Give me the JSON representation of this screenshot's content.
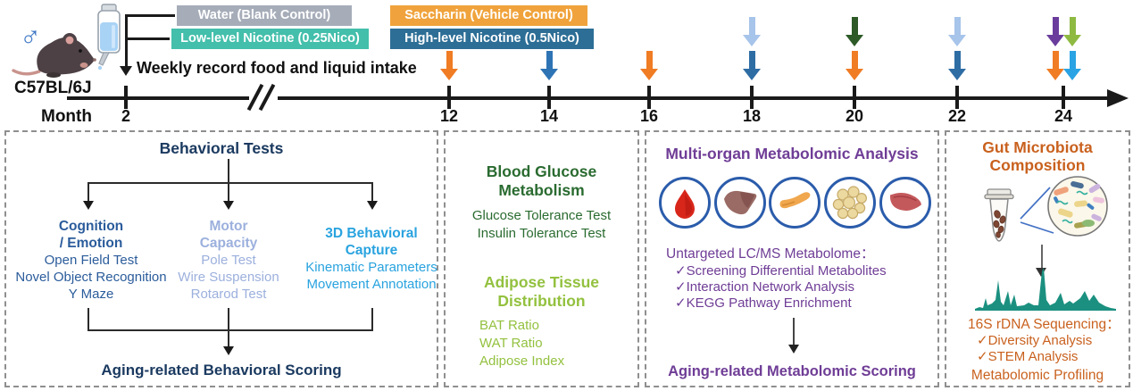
{
  "header": {
    "male_symbol": "♂",
    "strain": "C57BL/6J",
    "weekly_note": "Weekly record food and liquid intake",
    "legend": [
      {
        "label": "Water (Blank Control)",
        "color": "#a6adb9"
      },
      {
        "label": "Low-level Nicotine (0.25Nico)",
        "color": "#43bfab"
      },
      {
        "label": "Saccharin (Vehicle Control)",
        "color": "#f0a33c"
      },
      {
        "label": "High-level Nicotine (0.5Nico)",
        "color": "#2d6e96"
      }
    ]
  },
  "timeline": {
    "axis_label": "Month",
    "months": [
      "2",
      "12",
      "14",
      "16",
      "18",
      "20",
      "22",
      "24"
    ],
    "arrows": [
      {
        "month": "12",
        "row": "bottom",
        "color": "#f07c24"
      },
      {
        "month": "14",
        "row": "bottom",
        "color": "#2e74b5"
      },
      {
        "month": "16",
        "row": "bottom",
        "color": "#f07c24"
      },
      {
        "month": "18",
        "row": "top",
        "color": "#a7c4ea"
      },
      {
        "month": "18",
        "row": "bottom",
        "color": "#2e6da4"
      },
      {
        "month": "20",
        "row": "top",
        "color": "#2d5a27"
      },
      {
        "month": "20",
        "row": "bottom",
        "color": "#f07c24"
      },
      {
        "month": "22",
        "row": "top",
        "color": "#a7c4ea"
      },
      {
        "month": "22",
        "row": "bottom",
        "color": "#2e6da4"
      },
      {
        "month": "24",
        "row": "top",
        "color": "#6a3d9c"
      },
      {
        "month": "24",
        "row": "top",
        "color": "#8eba42"
      },
      {
        "month": "24",
        "row": "bottom",
        "color": "#f07c24"
      },
      {
        "month": "24",
        "row": "bottom",
        "color": "#29a3e3"
      }
    ]
  },
  "panels": {
    "behavioral": {
      "title": "Behavioral Tests",
      "title_color": "#1b3a60",
      "columns": [
        {
          "color": "#2b5c9b",
          "h1": "Cognition",
          "h2": "/ Emotion",
          "items": [
            "Open Field Test",
            "Novel Object Recognition",
            "Y Maze"
          ]
        },
        {
          "color": "#9cb0dd",
          "h1": "Motor",
          "h2": "Capacity",
          "items": [
            "Pole Test",
            "Wire Suspension",
            "Rotarod Test"
          ]
        },
        {
          "color": "#29a3df",
          "h1": "3D Behavioral",
          "h2": "Capture",
          "items": [
            "Kinematic Parameters",
            "Movement Annotation"
          ]
        }
      ],
      "outcome": "Aging-related Behavioral Scoring"
    },
    "metabolism": {
      "glucose": {
        "color": "#2a6b30",
        "t1": "Blood Glucose",
        "t2": "Metabolism",
        "items": [
          "Glucose Tolerance Test",
          "Insulin Tolerance Test"
        ]
      },
      "adipose": {
        "color": "#93c13f",
        "t1": "Adipose Tissue",
        "t2": "Distribution",
        "items": [
          "BAT Ratio",
          "WAT Ratio",
          "Adipose Index"
        ]
      }
    },
    "metabolomic": {
      "color": "#6f3d96",
      "title": "Multi-organ Metabolomic Analysis",
      "organs": [
        "blood",
        "liver",
        "pancreas",
        "adipose-tissue",
        "muscle"
      ],
      "method_heading": "Untargeted LC/MS Metabolome：",
      "items": [
        "✓Screening Differential Metabolites",
        "✓Interaction Network Analysis",
        "✓KEGG Pathway Enrichment"
      ],
      "outcome": "Aging-related Metabolomic Scoring"
    },
    "microbiota": {
      "color": "#c9611e",
      "t1": "Gut Microbiota",
      "t2": "Composition",
      "method_heading": "16S rDNA Sequencing：",
      "items": [
        "✓Diversity Analysis",
        "✓STEM Analysis"
      ],
      "footer": "Metabolomic Profiling"
    }
  }
}
